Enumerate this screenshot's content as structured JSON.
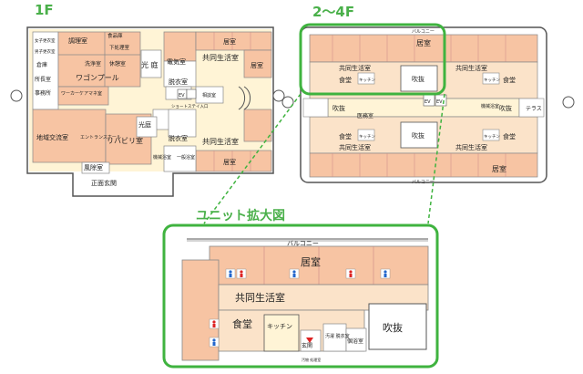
{
  "labels": {
    "first_floor": "1F",
    "upper_floors": "2～4F",
    "unit_zoom": "ユニット拡大図"
  },
  "colors": {
    "room_fill": "#f7c4a3",
    "corridor_fill": "#fff4d6",
    "common_fill": "#fbe3c9",
    "wall": "#555555",
    "highlight": "#3fb33f",
    "toilet_blue": "#2266cc",
    "toilet_red": "#dd2222"
  },
  "floor1": {
    "rooms": {
      "yellow_room": "調理室",
      "garbage_room": "食品庫",
      "office_left": "下処理室",
      "kitchen": "洗浄室",
      "break_room": "休憩室",
      "wagon_pool": "ワゴンプール",
      "worker_room": "ワーカーケアマネ室",
      "female_locker": "女子更衣室",
      "male_locker": "男子更衣室",
      "warehouse": "倉庫",
      "director": "所長室",
      "office": "事務所",
      "community": "地域交流室",
      "entrance_hall": "エントランスホール",
      "rehab": "リハビリ室",
      "wind_room": "風除室",
      "main_entrance": "正面玄関",
      "light_court_top": "光 庭",
      "light_court_mid": "光庭",
      "electric": "電気室",
      "bath_top": "脱衣室",
      "bath_bottom": "脱衣室",
      "common_top": "共同生活室",
      "common_bottom": "共同生活室",
      "living_tr": "居室",
      "living_r": "居室",
      "living_br": "居室",
      "shortstay": "ショートステイ入口",
      "machine": "機械浴室",
      "general_bath": "一般浴室",
      "ev": "EV",
      "consult": "相談室"
    }
  },
  "floors24": {
    "balcony_top": "バルコニー",
    "balcony_bottom": "バルコニー",
    "rooms": {
      "living_top": "居室",
      "common_top": "共同生活室",
      "common_top_right": "共同生活室",
      "dining_tl": "食堂",
      "kitchen_tl": "キッチン",
      "void_top": "吹抜",
      "dining_tr": "食堂",
      "kitchen_tr": "キッチン",
      "terrace": "テラス",
      "void_left": "吹抜",
      "void_right": "吹抜",
      "medical": "医務室",
      "machine_bath": "機械浴室",
      "ev1": "EV",
      "ev2": "EV",
      "dining_bl": "食堂",
      "kitchen_bl": "キッチン",
      "void_bottom": "吹抜",
      "dining_br": "食堂",
      "kitchen_br": "キッチン",
      "common_bottom": "共同生活室",
      "common_bottom_right": "共同生活室",
      "living_bottom": "居室"
    }
  },
  "zoom": {
    "balcony": "バルコニー",
    "living": "居室",
    "common": "共同生活室",
    "dining": "食堂",
    "kitchen": "キッチン",
    "void": "吹抜",
    "entrance": "玄関",
    "laundry": "汚濯\n脱衣室",
    "bath": "個浴室",
    "storage": "汚物\n処理室"
  }
}
